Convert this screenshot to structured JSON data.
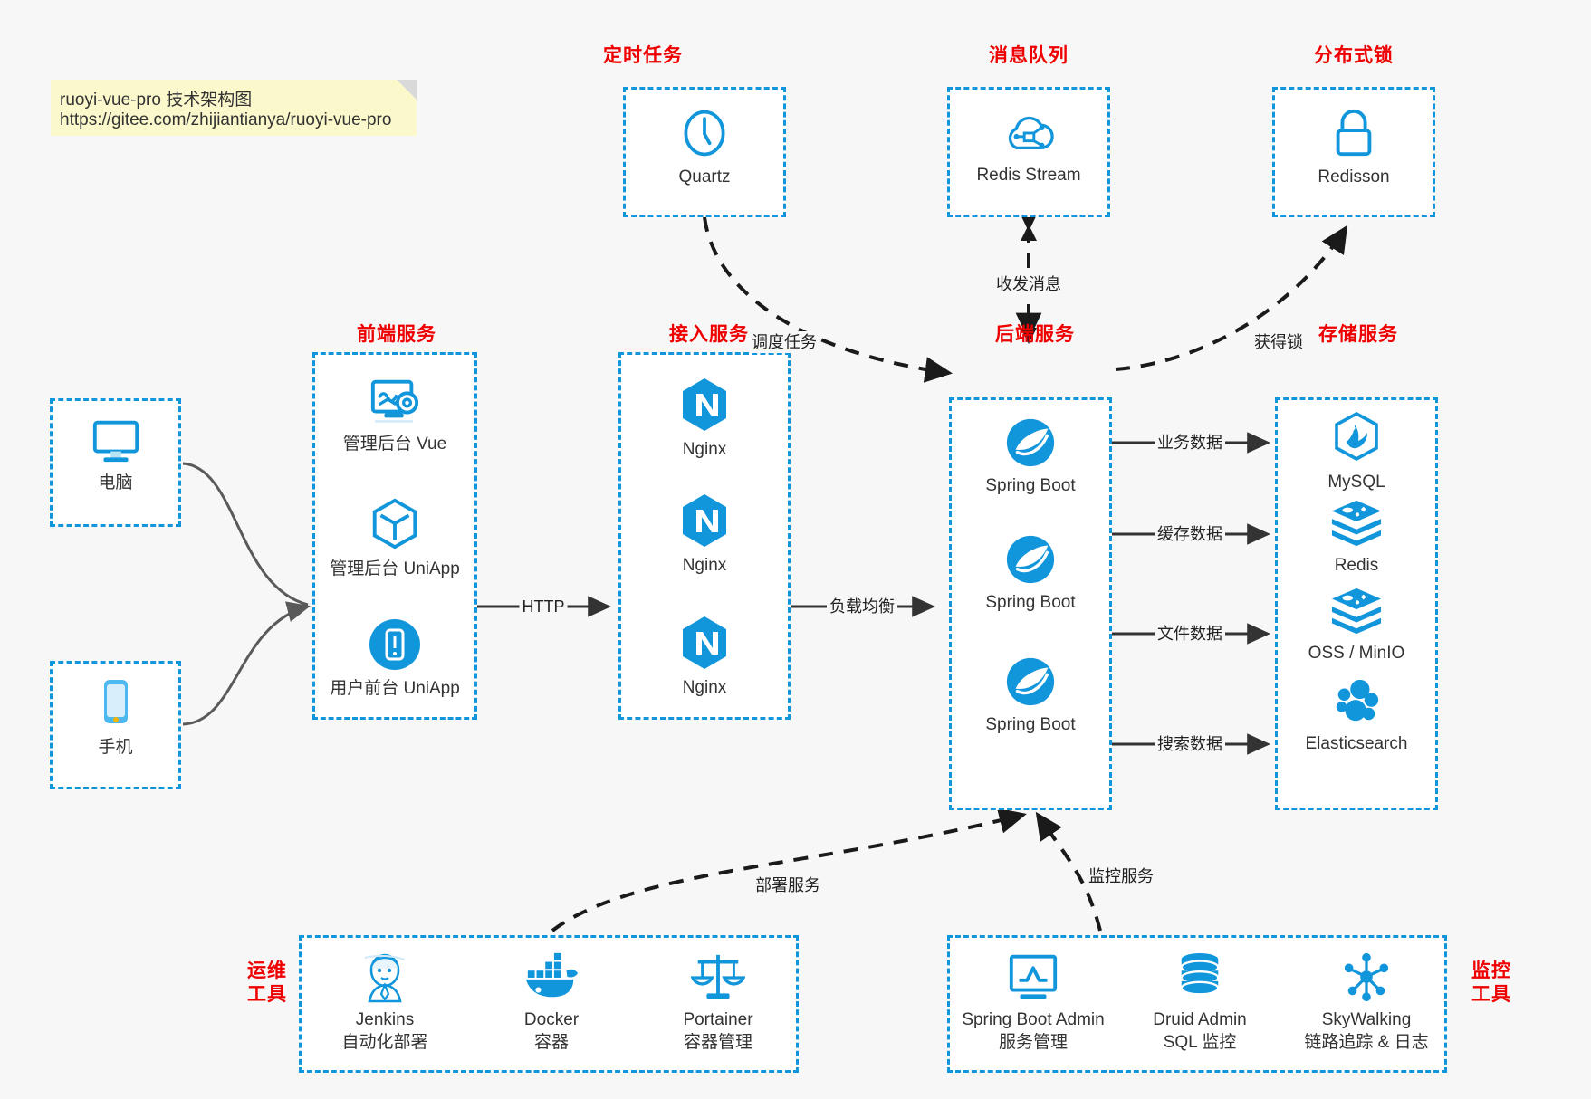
{
  "note": {
    "line1": "ruoyi-vue-pro 技术架构图",
    "line2": "https://gitee.com/zhijiantianya/ruoyi-vue-pro"
  },
  "colors": {
    "accent": "#1296db",
    "title_red": "#ee0000",
    "note_bg": "#fbf8cc",
    "canvas_bg": "#f7f7f7",
    "arrow": "#333333"
  },
  "groups": {
    "scheduler": {
      "title": "定时任务",
      "nodes": [
        {
          "label": "Quartz",
          "icon": "clock-icon"
        }
      ]
    },
    "mq": {
      "title": "消息队列",
      "nodes": [
        {
          "label": "Redis Stream",
          "icon": "cloud-network-icon"
        }
      ]
    },
    "lock": {
      "title": "分布式锁",
      "nodes": [
        {
          "label": "Redisson",
          "icon": "lock-icon"
        }
      ]
    },
    "client_pc": {
      "title": "",
      "nodes": [
        {
          "label": "电脑",
          "icon": "desktop-icon"
        }
      ]
    },
    "client_mobile": {
      "title": "",
      "nodes": [
        {
          "label": "手机",
          "icon": "phone-icon"
        }
      ]
    },
    "frontend": {
      "title": "前端服务",
      "nodes": [
        {
          "label": "管理后台 Vue",
          "icon": "dashboard-icon"
        },
        {
          "label": "管理后台 UniApp",
          "icon": "cube-icon"
        },
        {
          "label": "用户前台 UniApp",
          "icon": "mobile-app-icon"
        }
      ]
    },
    "gateway": {
      "title": "接入服务",
      "nodes": [
        {
          "label": "Nginx",
          "icon": "nginx-icon"
        },
        {
          "label": "Nginx",
          "icon": "nginx-icon"
        },
        {
          "label": "Nginx",
          "icon": "nginx-icon"
        }
      ]
    },
    "backend": {
      "title": "后端服务",
      "nodes": [
        {
          "label": "Spring Boot",
          "icon": "spring-boot-icon"
        },
        {
          "label": "Spring Boot",
          "icon": "spring-boot-icon"
        },
        {
          "label": "Spring Boot",
          "icon": "spring-boot-icon"
        }
      ]
    },
    "storage": {
      "title": "存储服务",
      "nodes": [
        {
          "label": "MySQL",
          "icon": "mysql-icon"
        },
        {
          "label": "Redis",
          "icon": "redis-icon"
        },
        {
          "label": "OSS / MinIO",
          "icon": "oss-minio-icon"
        },
        {
          "label": "Elasticsearch",
          "icon": "elasticsearch-icon"
        }
      ]
    },
    "devops": {
      "title_line1": "运维",
      "title_line2": "工具",
      "nodes": [
        {
          "label": "Jenkins",
          "sub": "自动化部署",
          "icon": "jenkins-icon"
        },
        {
          "label": "Docker",
          "sub": "容器",
          "icon": "docker-icon"
        },
        {
          "label": "Portainer",
          "sub": "容器管理",
          "icon": "scales-icon"
        }
      ]
    },
    "monitor": {
      "title_line1": "监控",
      "title_line2": "工具",
      "nodes": [
        {
          "label": "Spring Boot Admin",
          "sub": "服务管理",
          "icon": "monitor-chart-icon"
        },
        {
          "label": "Druid Admin",
          "sub": "SQL 监控",
          "icon": "database-icon"
        },
        {
          "label": "SkyWalking",
          "sub": "链路追踪 & 日志",
          "icon": "skywalking-icon"
        }
      ]
    }
  },
  "edges": [
    {
      "id": "http",
      "label": "HTTP",
      "from": "frontend",
      "to": "gateway",
      "style": "solid"
    },
    {
      "id": "lb",
      "label": "负载均衡",
      "from": "gateway",
      "to": "backend",
      "style": "solid"
    },
    {
      "id": "biz-data",
      "label": "业务数据",
      "from": "backend",
      "to": "mysql",
      "style": "solid"
    },
    {
      "id": "cache-data",
      "label": "缓存数据",
      "from": "backend",
      "to": "redis",
      "style": "solid"
    },
    {
      "id": "file-data",
      "label": "文件数据",
      "from": "backend",
      "to": "oss",
      "style": "solid"
    },
    {
      "id": "search-data",
      "label": "搜索数据",
      "from": "backend",
      "to": "es",
      "style": "solid"
    },
    {
      "id": "schedule",
      "label": "调度任务",
      "from": "scheduler",
      "to": "backend",
      "style": "dashed"
    },
    {
      "id": "message",
      "label": "收发消息",
      "from": "mq",
      "to": "backend",
      "style": "dashed-bidirectional"
    },
    {
      "id": "getlock",
      "label": "获得锁",
      "from": "backend",
      "to": "lock",
      "style": "dashed"
    },
    {
      "id": "deploy",
      "label": "部署服务",
      "from": "devops",
      "to": "backend",
      "style": "dashed"
    },
    {
      "id": "observe",
      "label": "监控服务",
      "from": "monitor",
      "to": "backend",
      "style": "dashed"
    }
  ]
}
